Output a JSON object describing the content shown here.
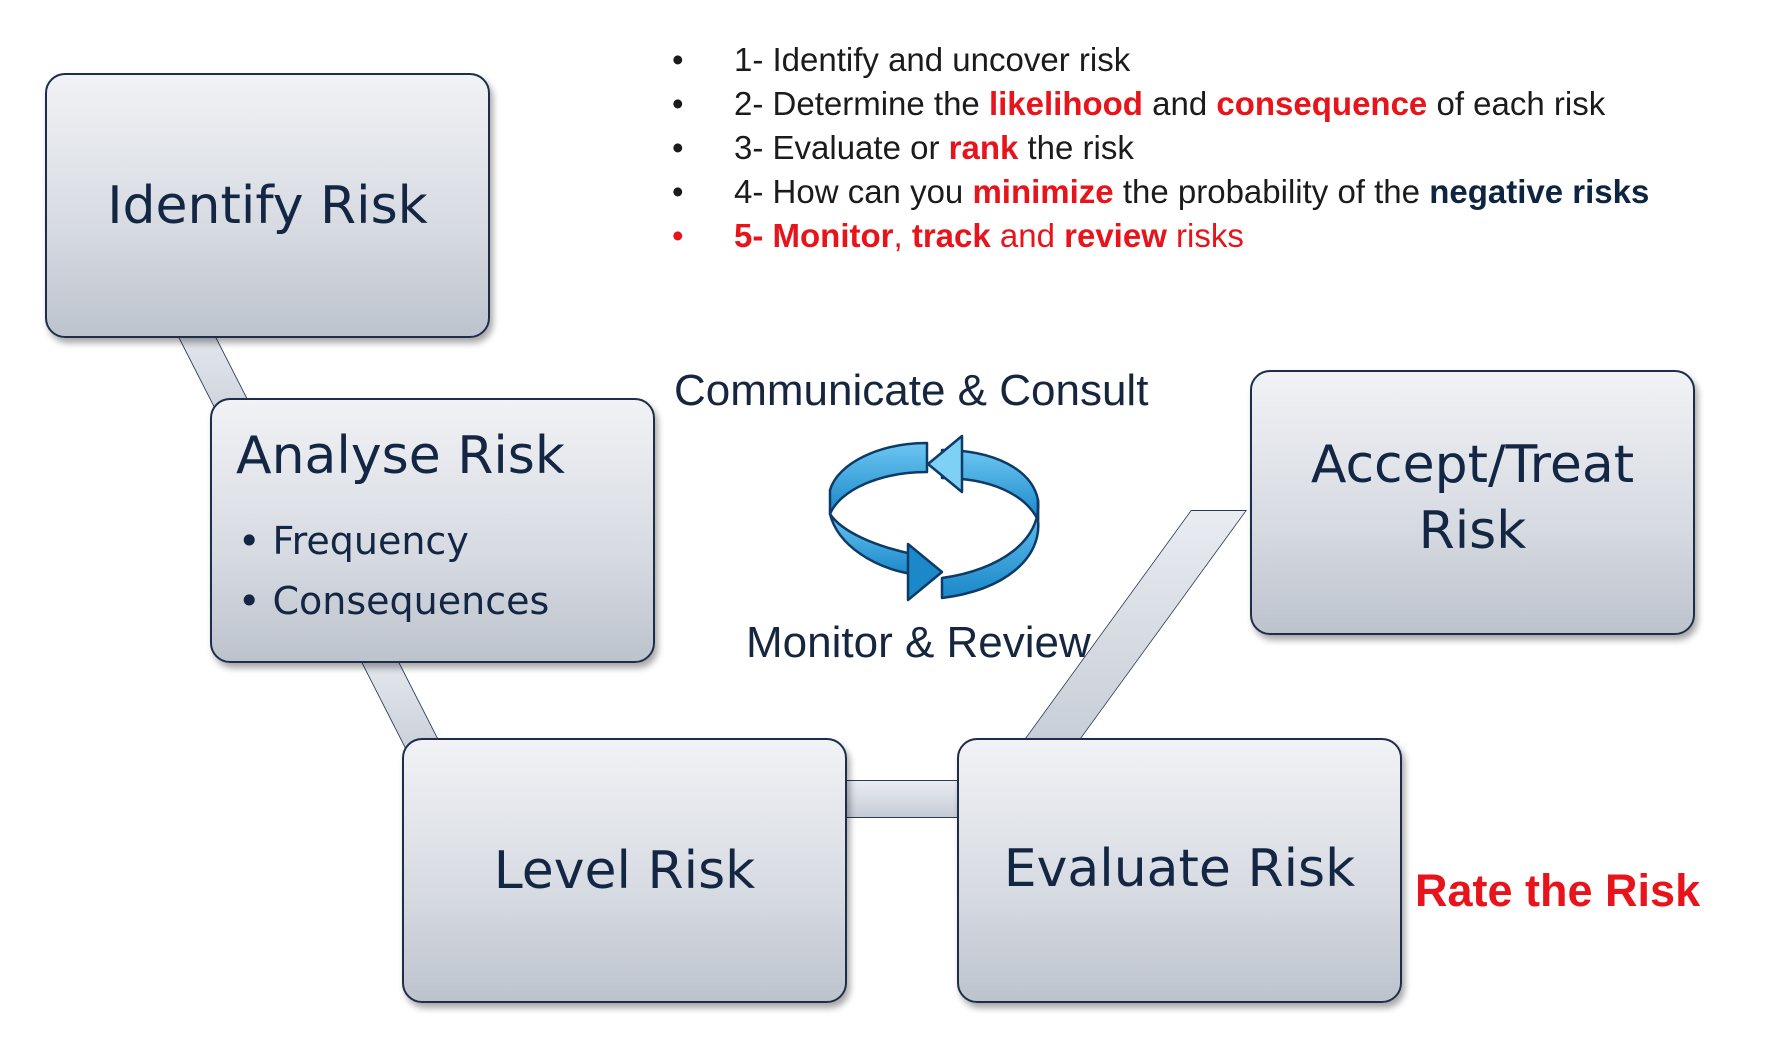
{
  "steps": [
    {
      "bullet": "•",
      "parts": [
        {
          "text": "1- Identify and uncover risk",
          "style": "plain"
        }
      ]
    },
    {
      "bullet": "•",
      "parts": [
        {
          "text": "2- Determine the ",
          "style": "plain"
        },
        {
          "text": "likelihood",
          "style": "red"
        },
        {
          "text": " and ",
          "style": "plain"
        },
        {
          "text": "consequence",
          "style": "red"
        },
        {
          "text": " of each risk",
          "style": "plain"
        }
      ]
    },
    {
      "bullet": "•",
      "parts": [
        {
          "text": "3- Evaluate or ",
          "style": "plain"
        },
        {
          "text": "rank",
          "style": "red"
        },
        {
          "text": " the risk",
          "style": "plain"
        }
      ]
    },
    {
      "bullet": "•",
      "parts": [
        {
          "text": "4- How can you ",
          "style": "plain"
        },
        {
          "text": "minimize",
          "style": "red"
        },
        {
          "text": " the probability of the ",
          "style": "plain"
        },
        {
          "text": "negative risks",
          "style": "navy"
        }
      ]
    },
    {
      "bullet": "•",
      "highlight": true,
      "parts": [
        {
          "text": "5- Monitor",
          "style": "red"
        },
        {
          "text": ", ",
          "style": "plain"
        },
        {
          "text": "track",
          "style": "red"
        },
        {
          "text": " and ",
          "style": "plain"
        },
        {
          "text": "review",
          "style": "red"
        },
        {
          "text": " risks",
          "style": "plain"
        }
      ]
    }
  ],
  "boxes": {
    "identify": {
      "title": "Identify Risk"
    },
    "analyse": {
      "title": "Analyse Risk",
      "bullets": [
        "Frequency",
        "Consequences"
      ]
    },
    "level": {
      "title": "Level Risk"
    },
    "evaluate": {
      "title": "Evaluate Risk"
    },
    "accept": {
      "title_line1": "Accept/Treat",
      "title_line2": "Risk"
    }
  },
  "center": {
    "top_label": "Communicate & Consult",
    "bottom_label": "Monitor & Review",
    "cycle_icon": "circular-arrows-icon"
  },
  "rate_label": "Rate the Risk",
  "colors": {
    "accent_red": "#e8141b",
    "navy": "#132744",
    "cycle_blue": "#1f9ad8"
  }
}
